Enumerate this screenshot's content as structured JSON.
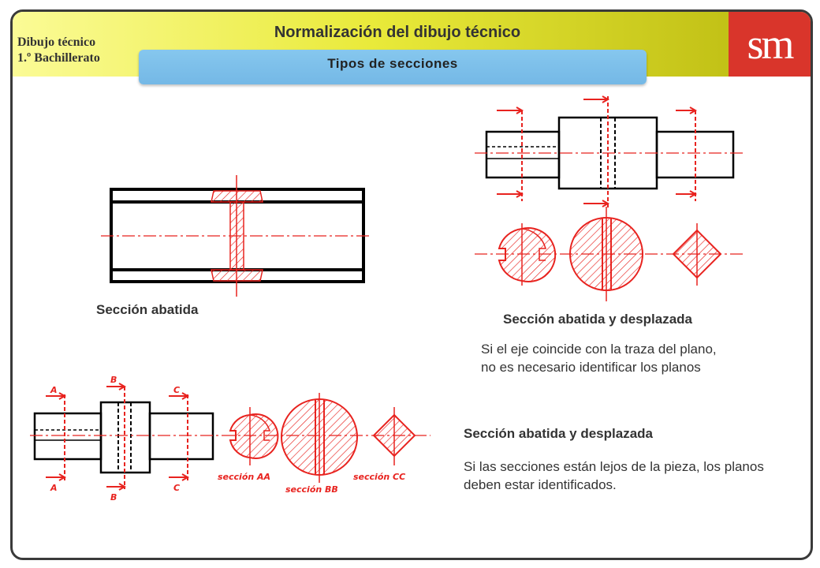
{
  "header": {
    "subject_line1": "Dibujo técnico",
    "subject_line2": "1.º Bachillerato",
    "title": "Normalización del dibujo técnico",
    "subtitle": "Tipos de secciones",
    "logo": "sm"
  },
  "figures": {
    "left": {
      "caption": "Sección abatida"
    },
    "top_right": {
      "caption": "Sección abatida y desplazada",
      "note": "Si el eje coincide con la traza del plano, no es necesario identificar los planos"
    },
    "bottom": {
      "caption": "Sección abatida y desplazada",
      "note": "Si las secciones están lejos de la pieza, los planos deben estar identificados.",
      "plane_letters": [
        "A",
        "B",
        "C"
      ],
      "section_labels": [
        "sección AA",
        "sección BB",
        "sección CC"
      ]
    }
  },
  "colors": {
    "accent": "#e8231f",
    "header": "#e9ea3a",
    "subtitle_bar": "#7cbfe9",
    "logo": "#d9352b"
  }
}
